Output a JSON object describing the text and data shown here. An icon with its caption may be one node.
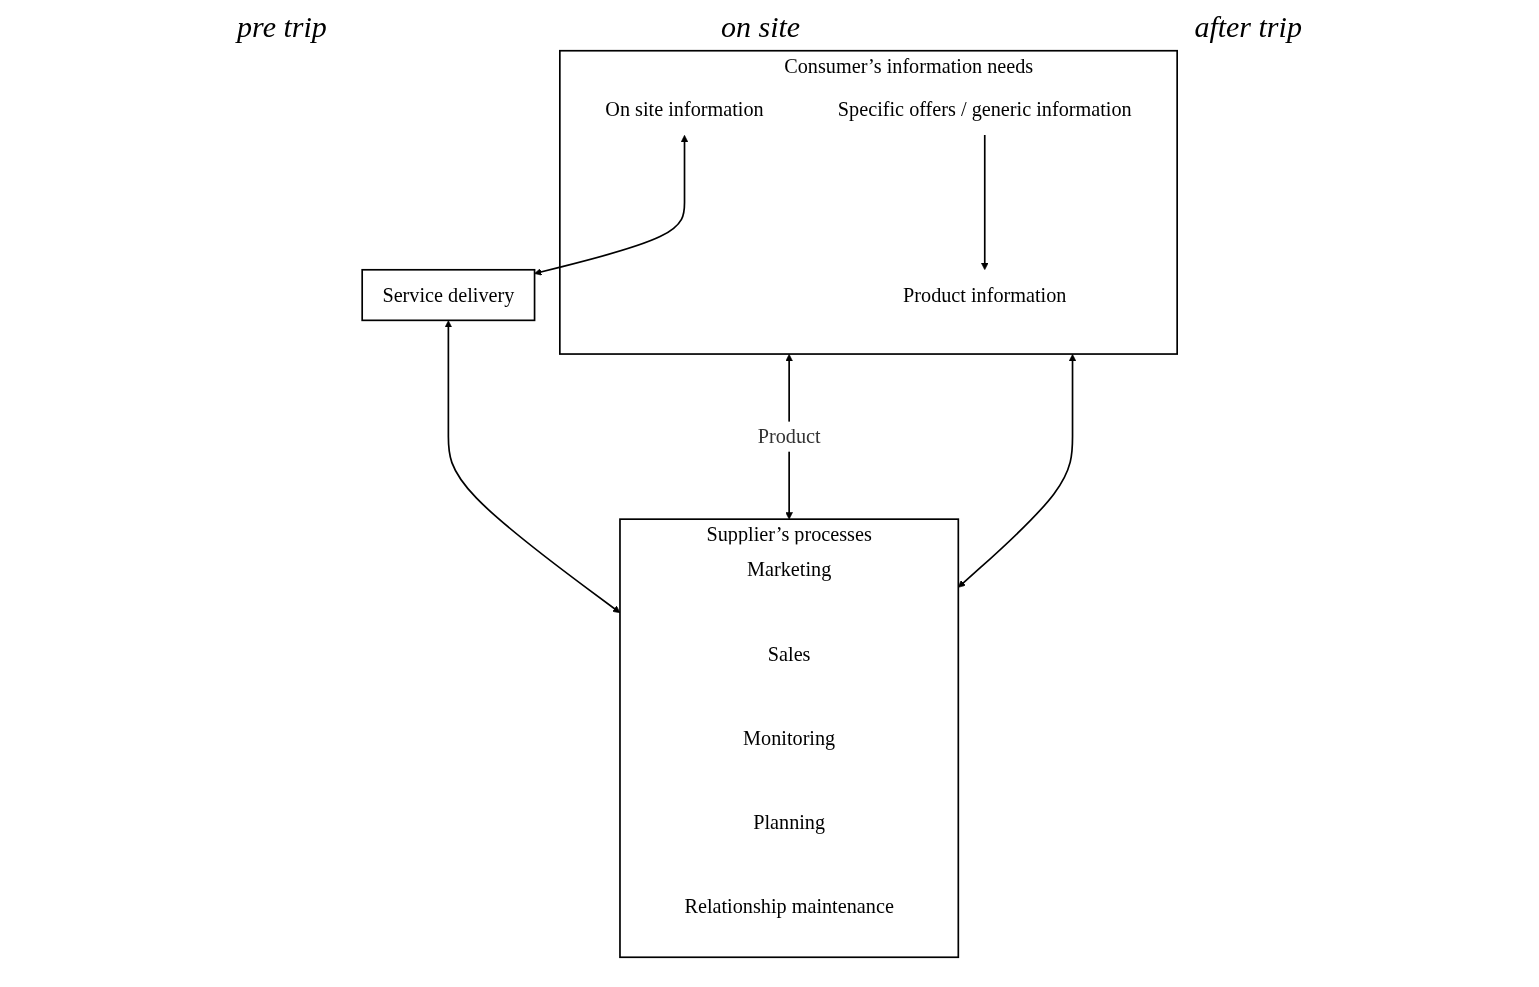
{
  "diagram": {
    "nodes": [
      {
        "text": [
          "Consumer’s information needs"
        ]
      },
      {
        "text": [
          "Product information"
        ],
        "in": 0
      },
      {
        "text": [
          "On site information"
        ],
        "in": 0
      },
      {
        "text": [
          "Specific offers / generic information"
        ],
        "in": 0
      },
      {
        "text": [
          "Service delivery"
        ]
      },
      {
        "text": [
          "Supplier’s processes"
        ]
      },
      {
        "text": [
          "Marketing"
        ],
        "in": 5
      },
      {
        "text": [
          "Sales"
        ],
        "in": 5
      },
      {
        "text": [
          "Monitoring"
        ],
        "in": 5
      },
      {
        "text": [
          "Planning"
        ],
        "in": 5
      },
      {
        "text": [
          "Relationship maintenance"
        ],
        "in": 5
      }
    ],
    "edges": [
      {
        "from": 3,
        "to": 1,
        "arrow": "to"
      },
      {
        "from": 2,
        "to": 4,
        "arrow": "both"
      },
      {
        "from": 4,
        "to": 5,
        "arrow": "both"
      },
      {
        "from": 0,
        "to": 5,
        "arrow": "both",
        "label": "Product"
      },
      {
        "from": 0,
        "to": 5,
        "arrow": "both"
      }
    ],
    "labels": [
      "pre trip",
      "on site",
      "after trip"
    ]
  }
}
